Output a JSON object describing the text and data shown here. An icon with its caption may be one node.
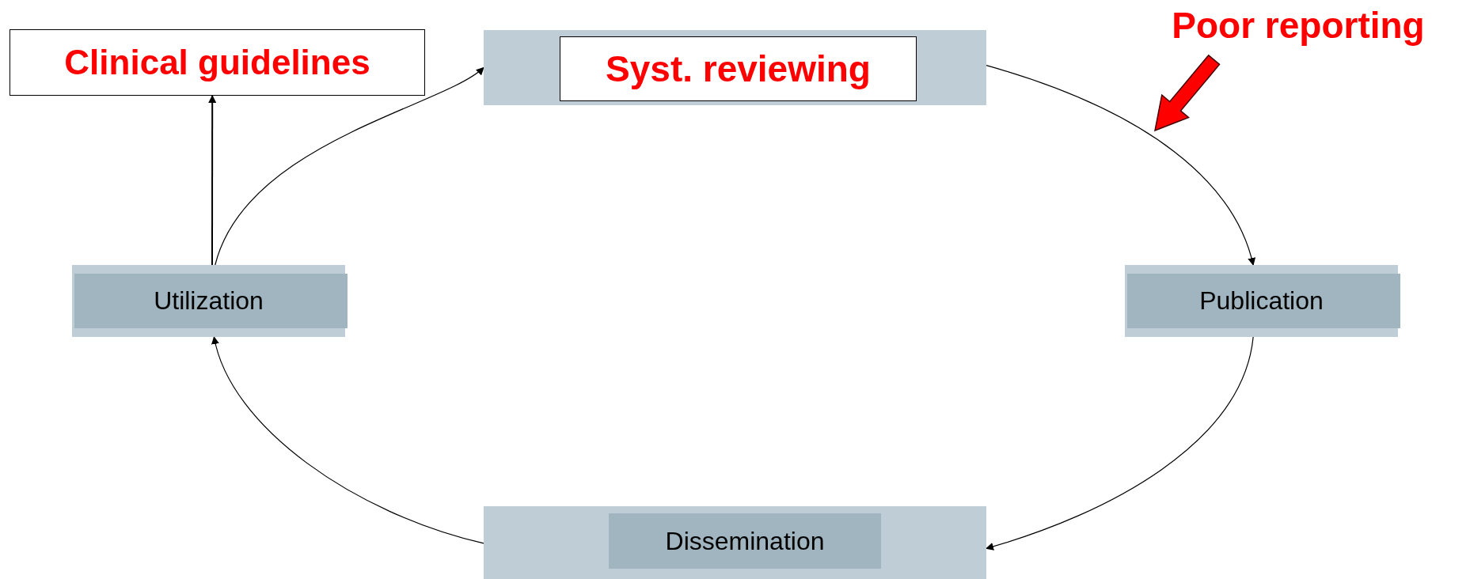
{
  "diagram": {
    "nodes": [
      {
        "text": [
          "Clinical guidelines"
        ]
      },
      {
        "text": [],
        "shape": "box"
      },
      {
        "text": [
          "Syst. reviewing"
        ],
        "in": 1
      },
      {
        "text": [
          "Utilization"
        ]
      },
      {
        "text": [
          "Publication"
        ]
      },
      {
        "text": [],
        "shape": "box"
      },
      {
        "text": [
          "Dissemination"
        ],
        "in": 5
      },
      {
        "text": [
          "Poor reporting"
        ]
      }
    ],
    "edges": [
      {
        "from": 3,
        "to": 0,
        "arrow": "to"
      },
      {
        "from": 3,
        "to": 1,
        "arrow": "to"
      },
      {
        "from": 1,
        "to": 4,
        "arrow": "to"
      },
      {
        "from": 4,
        "to": 5,
        "arrow": "to"
      },
      {
        "from": 5,
        "to": 3,
        "arrow": "to"
      },
      {
        "from": 7,
        "to": null,
        "arrow": "to",
        "style": "thick",
        "color": "#ff0000"
      }
    ]
  }
}
